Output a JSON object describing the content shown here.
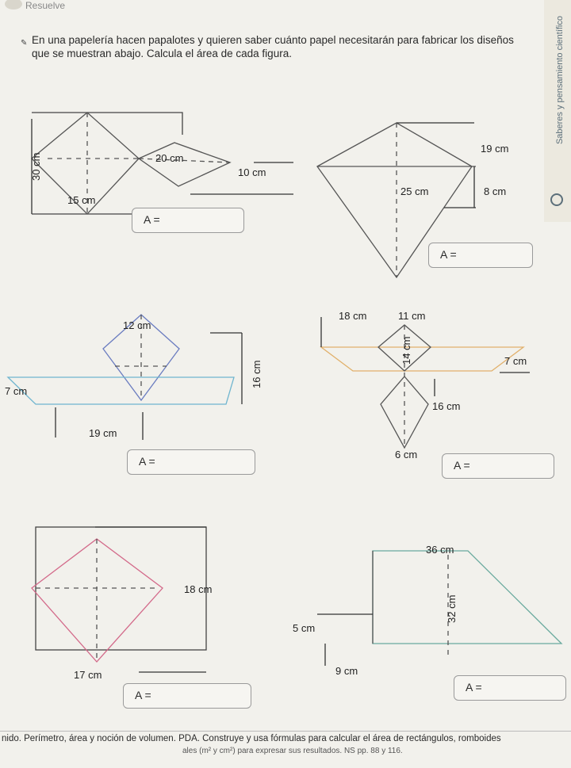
{
  "header": {
    "label": "Resuelve"
  },
  "instructions": "En una papelería hacen papalotes y quieren saber cuánto papel necesitarán para fabricar los diseños que se muestran abajo. Calcula el área de cada figura.",
  "sidebar": {
    "label": "Saberes y pensamiento científico",
    "icon": "gear-icon"
  },
  "answer_label": "A =",
  "figures": [
    {
      "labels": [
        "30 cm",
        "20 cm",
        "10 cm",
        "15 cm"
      ]
    },
    {
      "labels": [
        "19 cm",
        "25 cm",
        "8 cm"
      ]
    },
    {
      "labels": [
        "12 cm",
        "7 cm",
        "16 cm",
        "19 cm"
      ]
    },
    {
      "labels": [
        "18 cm",
        "11 cm",
        "14 cm",
        "7 cm",
        "16 cm",
        "6 cm"
      ]
    },
    {
      "labels": [
        "18 cm",
        "17 cm"
      ]
    },
    {
      "labels": [
        "36 cm",
        "32 cm",
        "5 cm",
        "9 cm"
      ]
    }
  ],
  "footer": {
    "line1": "nido. Perímetro, área y noción de volumen. PDA. Construye y usa fórmulas para calcular el área de rectángulos, romboides",
    "line2": "ales (m² y cm²) para expresar sus resultados. NS pp. 88 y 116."
  }
}
